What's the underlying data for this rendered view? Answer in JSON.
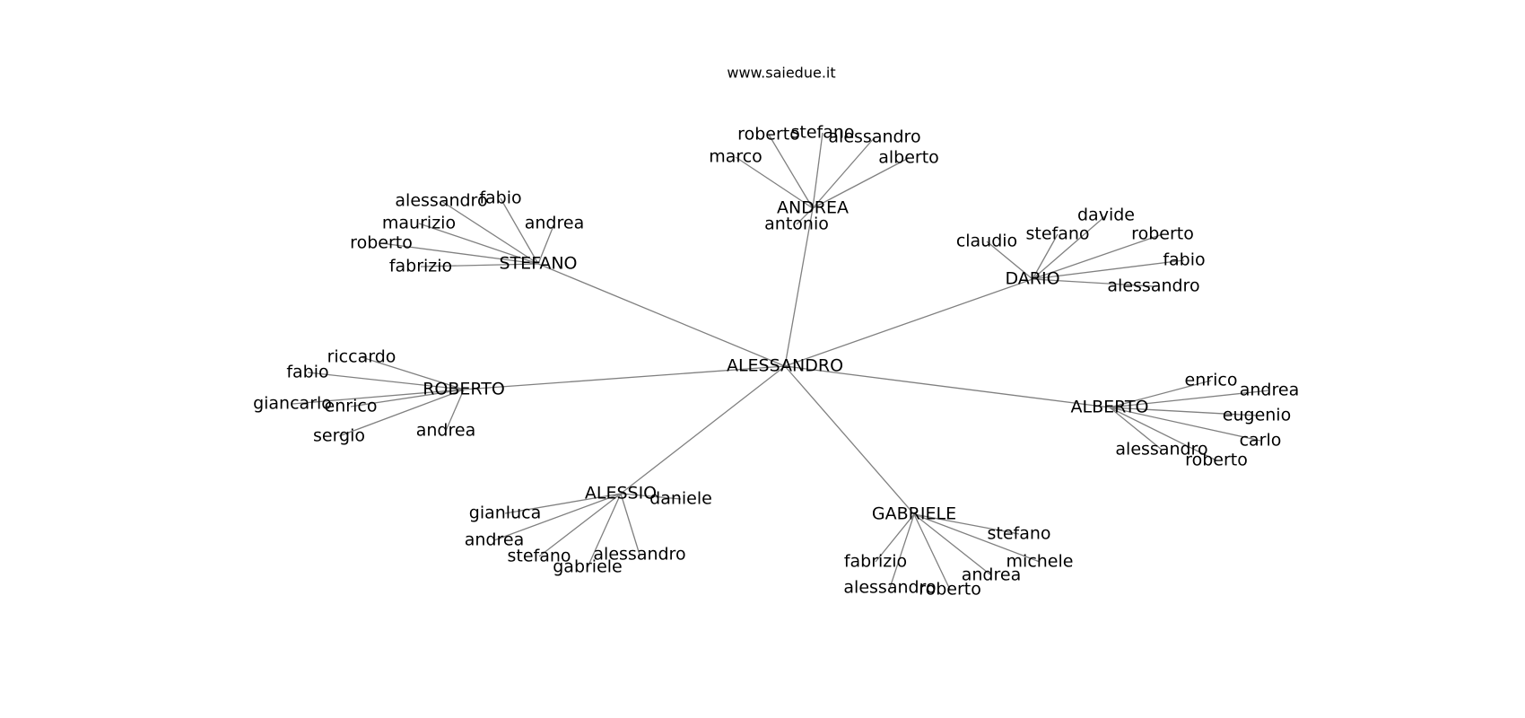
{
  "watermark": "www.saiedue.it",
  "colors": {
    "edge": "#808080",
    "text": "#000000",
    "background": "#ffffff"
  },
  "graph": {
    "center": "ALESSANDRO",
    "hubs": [
      {
        "name": "ANDREA",
        "children": [
          "roberto",
          "stefano",
          "alessandro",
          "marco",
          "alberto",
          "antonio"
        ]
      },
      {
        "name": "STEFANO",
        "children": [
          "alessandro",
          "fabio",
          "andrea",
          "maurizio",
          "roberto",
          "fabrizio"
        ]
      },
      {
        "name": "DARIO",
        "children": [
          "claudio",
          "stefano",
          "davide",
          "roberto",
          "fabio",
          "alessandro"
        ]
      },
      {
        "name": "ROBERTO",
        "children": [
          "riccardo",
          "fabio",
          "giancarlo",
          "enrico",
          "sergio",
          "andrea"
        ]
      },
      {
        "name": "ALBERTO",
        "children": [
          "enrico",
          "andrea",
          "eugenio",
          "carlo",
          "alessandro",
          "roberto"
        ]
      },
      {
        "name": "ALESSIO",
        "children": [
          "daniele",
          "gianluca",
          "andrea",
          "stefano",
          "gabriele",
          "alessandro"
        ]
      },
      {
        "name": "GABRIELE",
        "children": [
          "stefano",
          "michele",
          "fabrizio",
          "andrea",
          "alessandro",
          "roberto"
        ]
      }
    ]
  }
}
